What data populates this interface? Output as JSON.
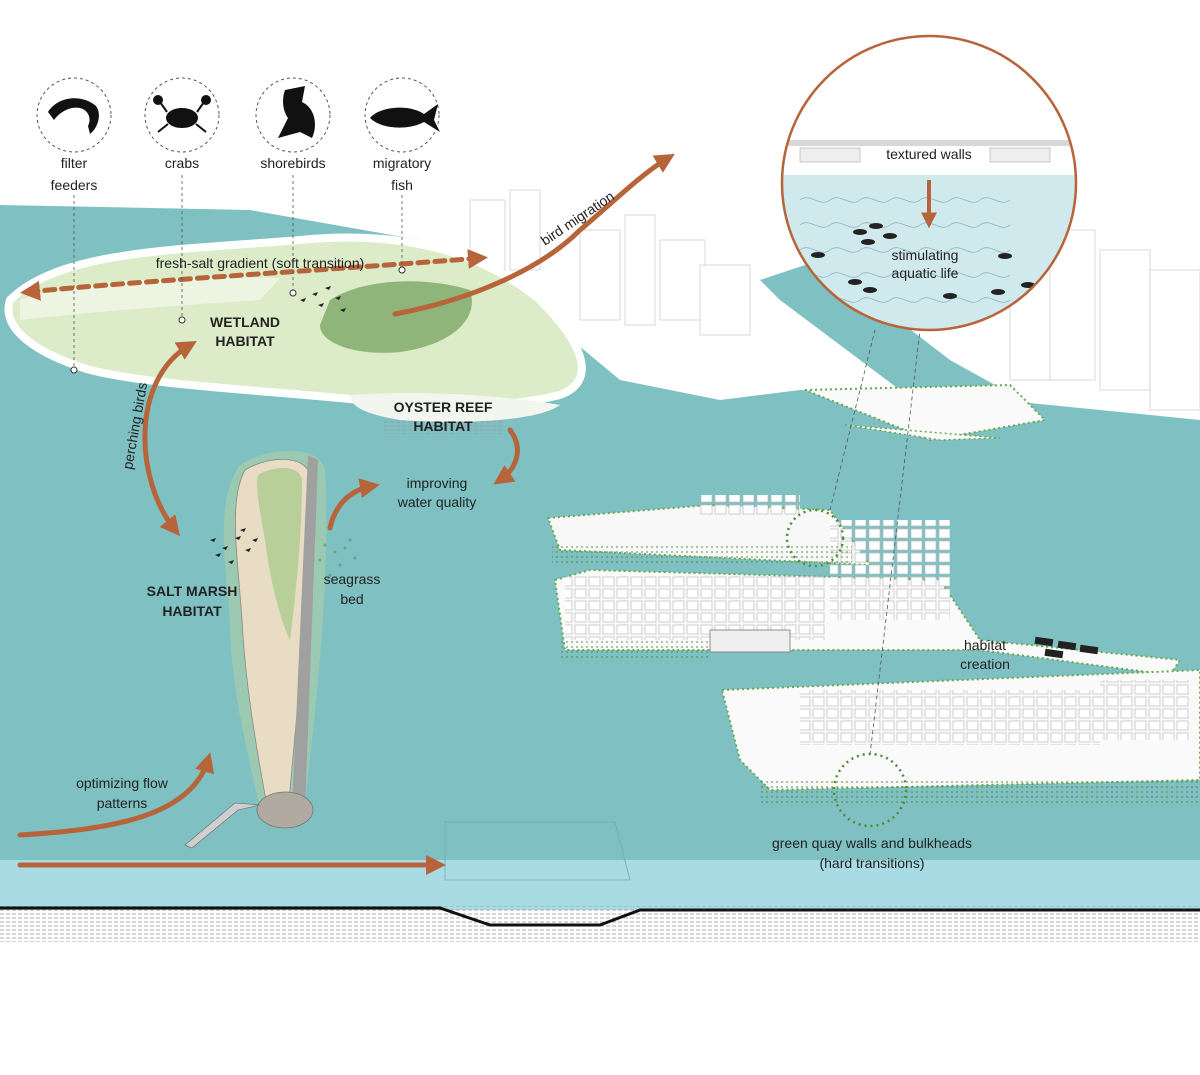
{
  "species": [
    {
      "icon": "shrimp-icon",
      "line1": "filter",
      "line2": "feeders"
    },
    {
      "icon": "crab-icon",
      "line1": "crabs",
      "line2": ""
    },
    {
      "icon": "shorebird-icon",
      "line1": "shorebirds",
      "line2": ""
    },
    {
      "icon": "fish-icon",
      "line1": "migratory",
      "line2": "fish"
    }
  ],
  "labels": {
    "gradient": "fresh-salt gradient (soft transition)",
    "bird_migration": "bird migration",
    "perching_birds": "perching birds",
    "wetland_1": "WETLAND",
    "wetland_2": "HABITAT",
    "oyster_1": "OYSTER REEF",
    "oyster_2": "HABITAT",
    "water_1": "improving",
    "water_2": "water quality",
    "saltmarsh_1": "SALT MARSH",
    "saltmarsh_2": "HABITAT",
    "seagrass_1": "seagrass",
    "seagrass_2": "bed",
    "flow_1": "optimizing flow",
    "flow_2": "patterns",
    "habitat_1": "habitat",
    "habitat_2": "creation",
    "quay_1": "green quay walls and bulkheads",
    "quay_2": "(hard transitions)"
  },
  "inset": {
    "top": "textured walls",
    "bottom_1": "stimulating",
    "bottom_2": "aquatic life"
  },
  "colors": {
    "water": "#7fc1c3",
    "water_light": "#a8d6d8",
    "arrow": "#b8643a",
    "wetland": "#cfe3b0",
    "marsh_green": "#b9cf9a",
    "marsh_sand": "#e8dcc4",
    "quay_green": "#6aa84f",
    "inset_ring": "#b8643a"
  }
}
